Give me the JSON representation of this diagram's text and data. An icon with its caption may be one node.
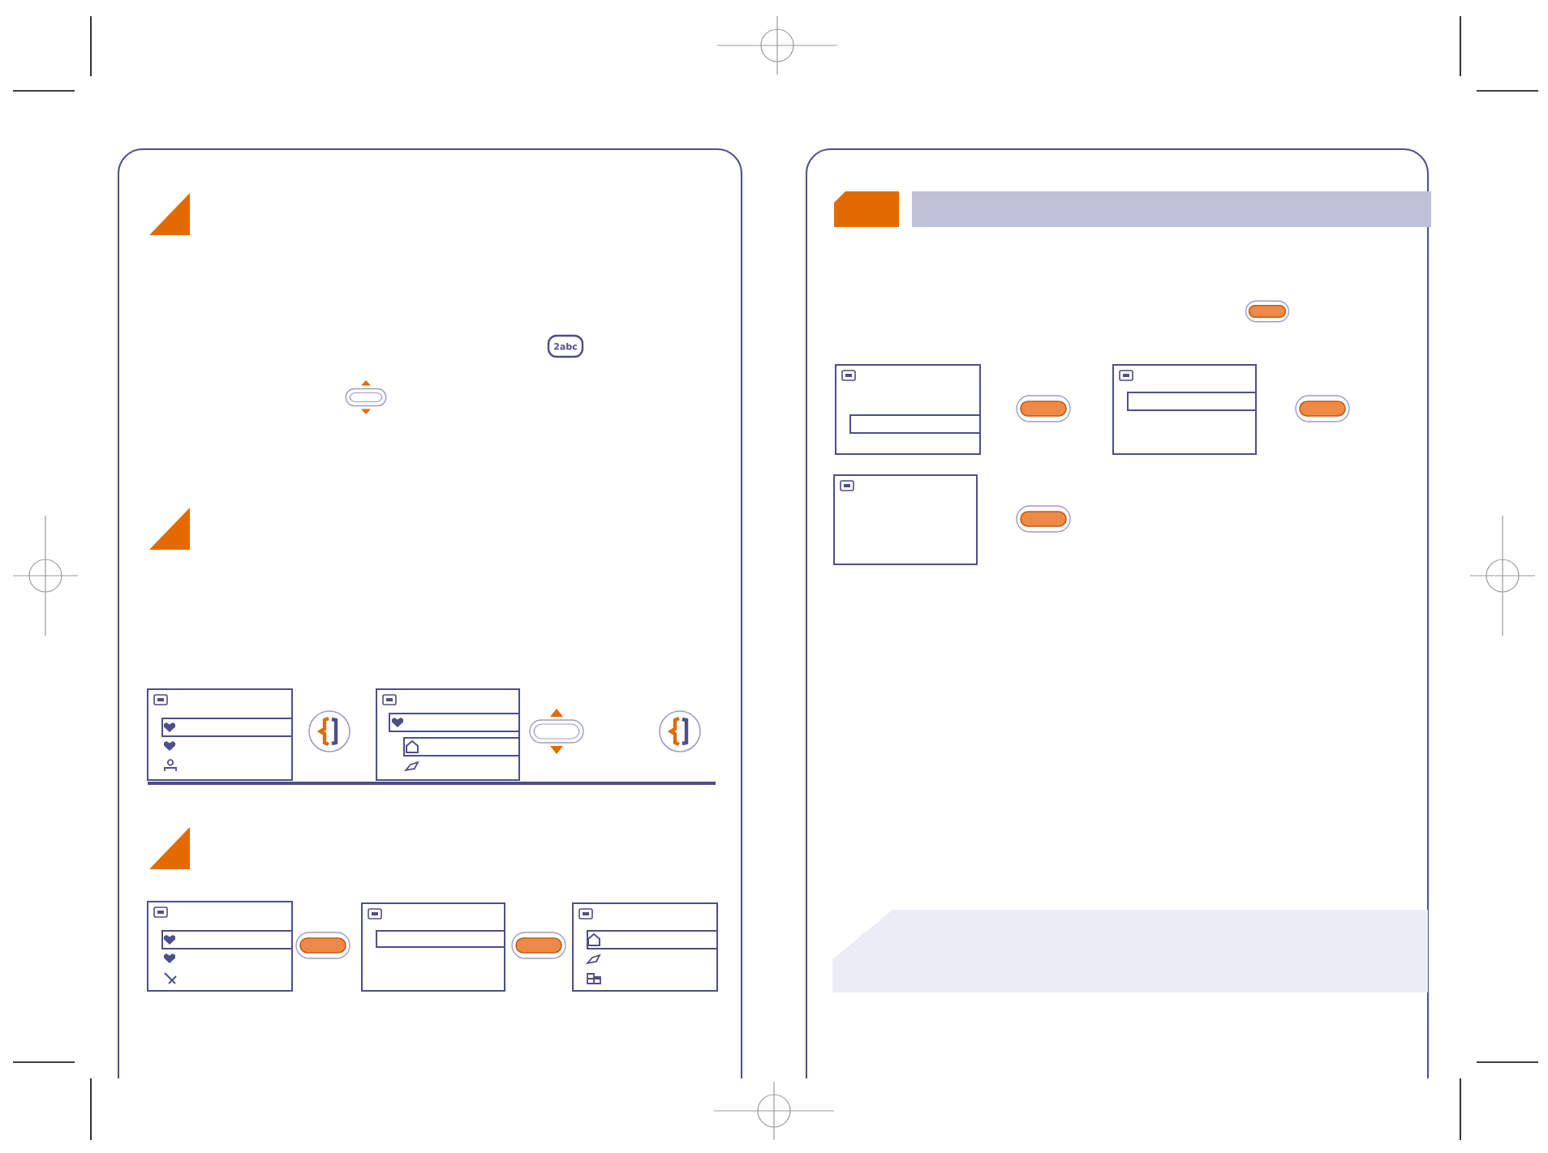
{
  "diagram": {
    "nodes": [
      {
        "text": [],
        "shape": "box"
      },
      {
        "text": [],
        "shape": "box"
      },
      {
        "text": [],
        "shape": "box"
      },
      {
        "text": [],
        "shape": "box"
      },
      {
        "text": [],
        "shape": "box"
      },
      {
        "text": [],
        "shape": "bar"
      },
      {
        "text": [],
        "shape": "box"
      },
      {
        "text": [],
        "shape": "box"
      },
      {
        "text": [],
        "shape": "box"
      },
      {
        "text": [],
        "shape": "bar"
      }
    ],
    "labels": [
      "2abc"
    ]
  }
}
